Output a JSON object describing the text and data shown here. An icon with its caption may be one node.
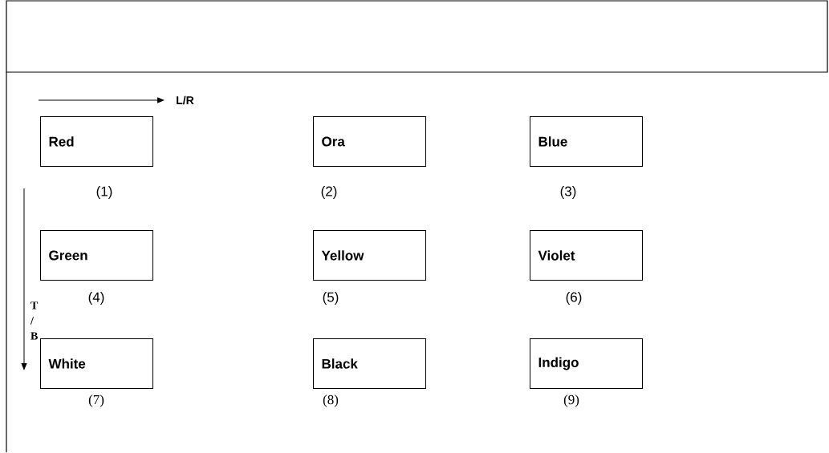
{
  "diagram": {
    "nodes": [
      {
        "text": [
          "Red"
        ],
        "beside": [
          "(1)"
        ]
      },
      {
        "text": [
          "Ora"
        ],
        "beside": [
          "(2)"
        ]
      },
      {
        "text": [
          "Blue"
        ],
        "beside": [
          "(3)"
        ]
      },
      {
        "text": [
          "Green"
        ],
        "beside": [
          "(4)"
        ]
      },
      {
        "text": [
          "Yellow"
        ],
        "beside": [
          "(5)"
        ]
      },
      {
        "text": [
          "Violet"
        ],
        "beside": [
          "(6)"
        ]
      },
      {
        "text": [
          "White"
        ],
        "beside": [
          "(7)"
        ]
      },
      {
        "text": [
          "Black"
        ],
        "beside": [
          "(8)"
        ]
      },
      {
        "text": [
          "Indigo"
        ],
        "beside": [
          "(9)"
        ]
      }
    ],
    "labels": [
      "L/R",
      "T / B"
    ]
  }
}
